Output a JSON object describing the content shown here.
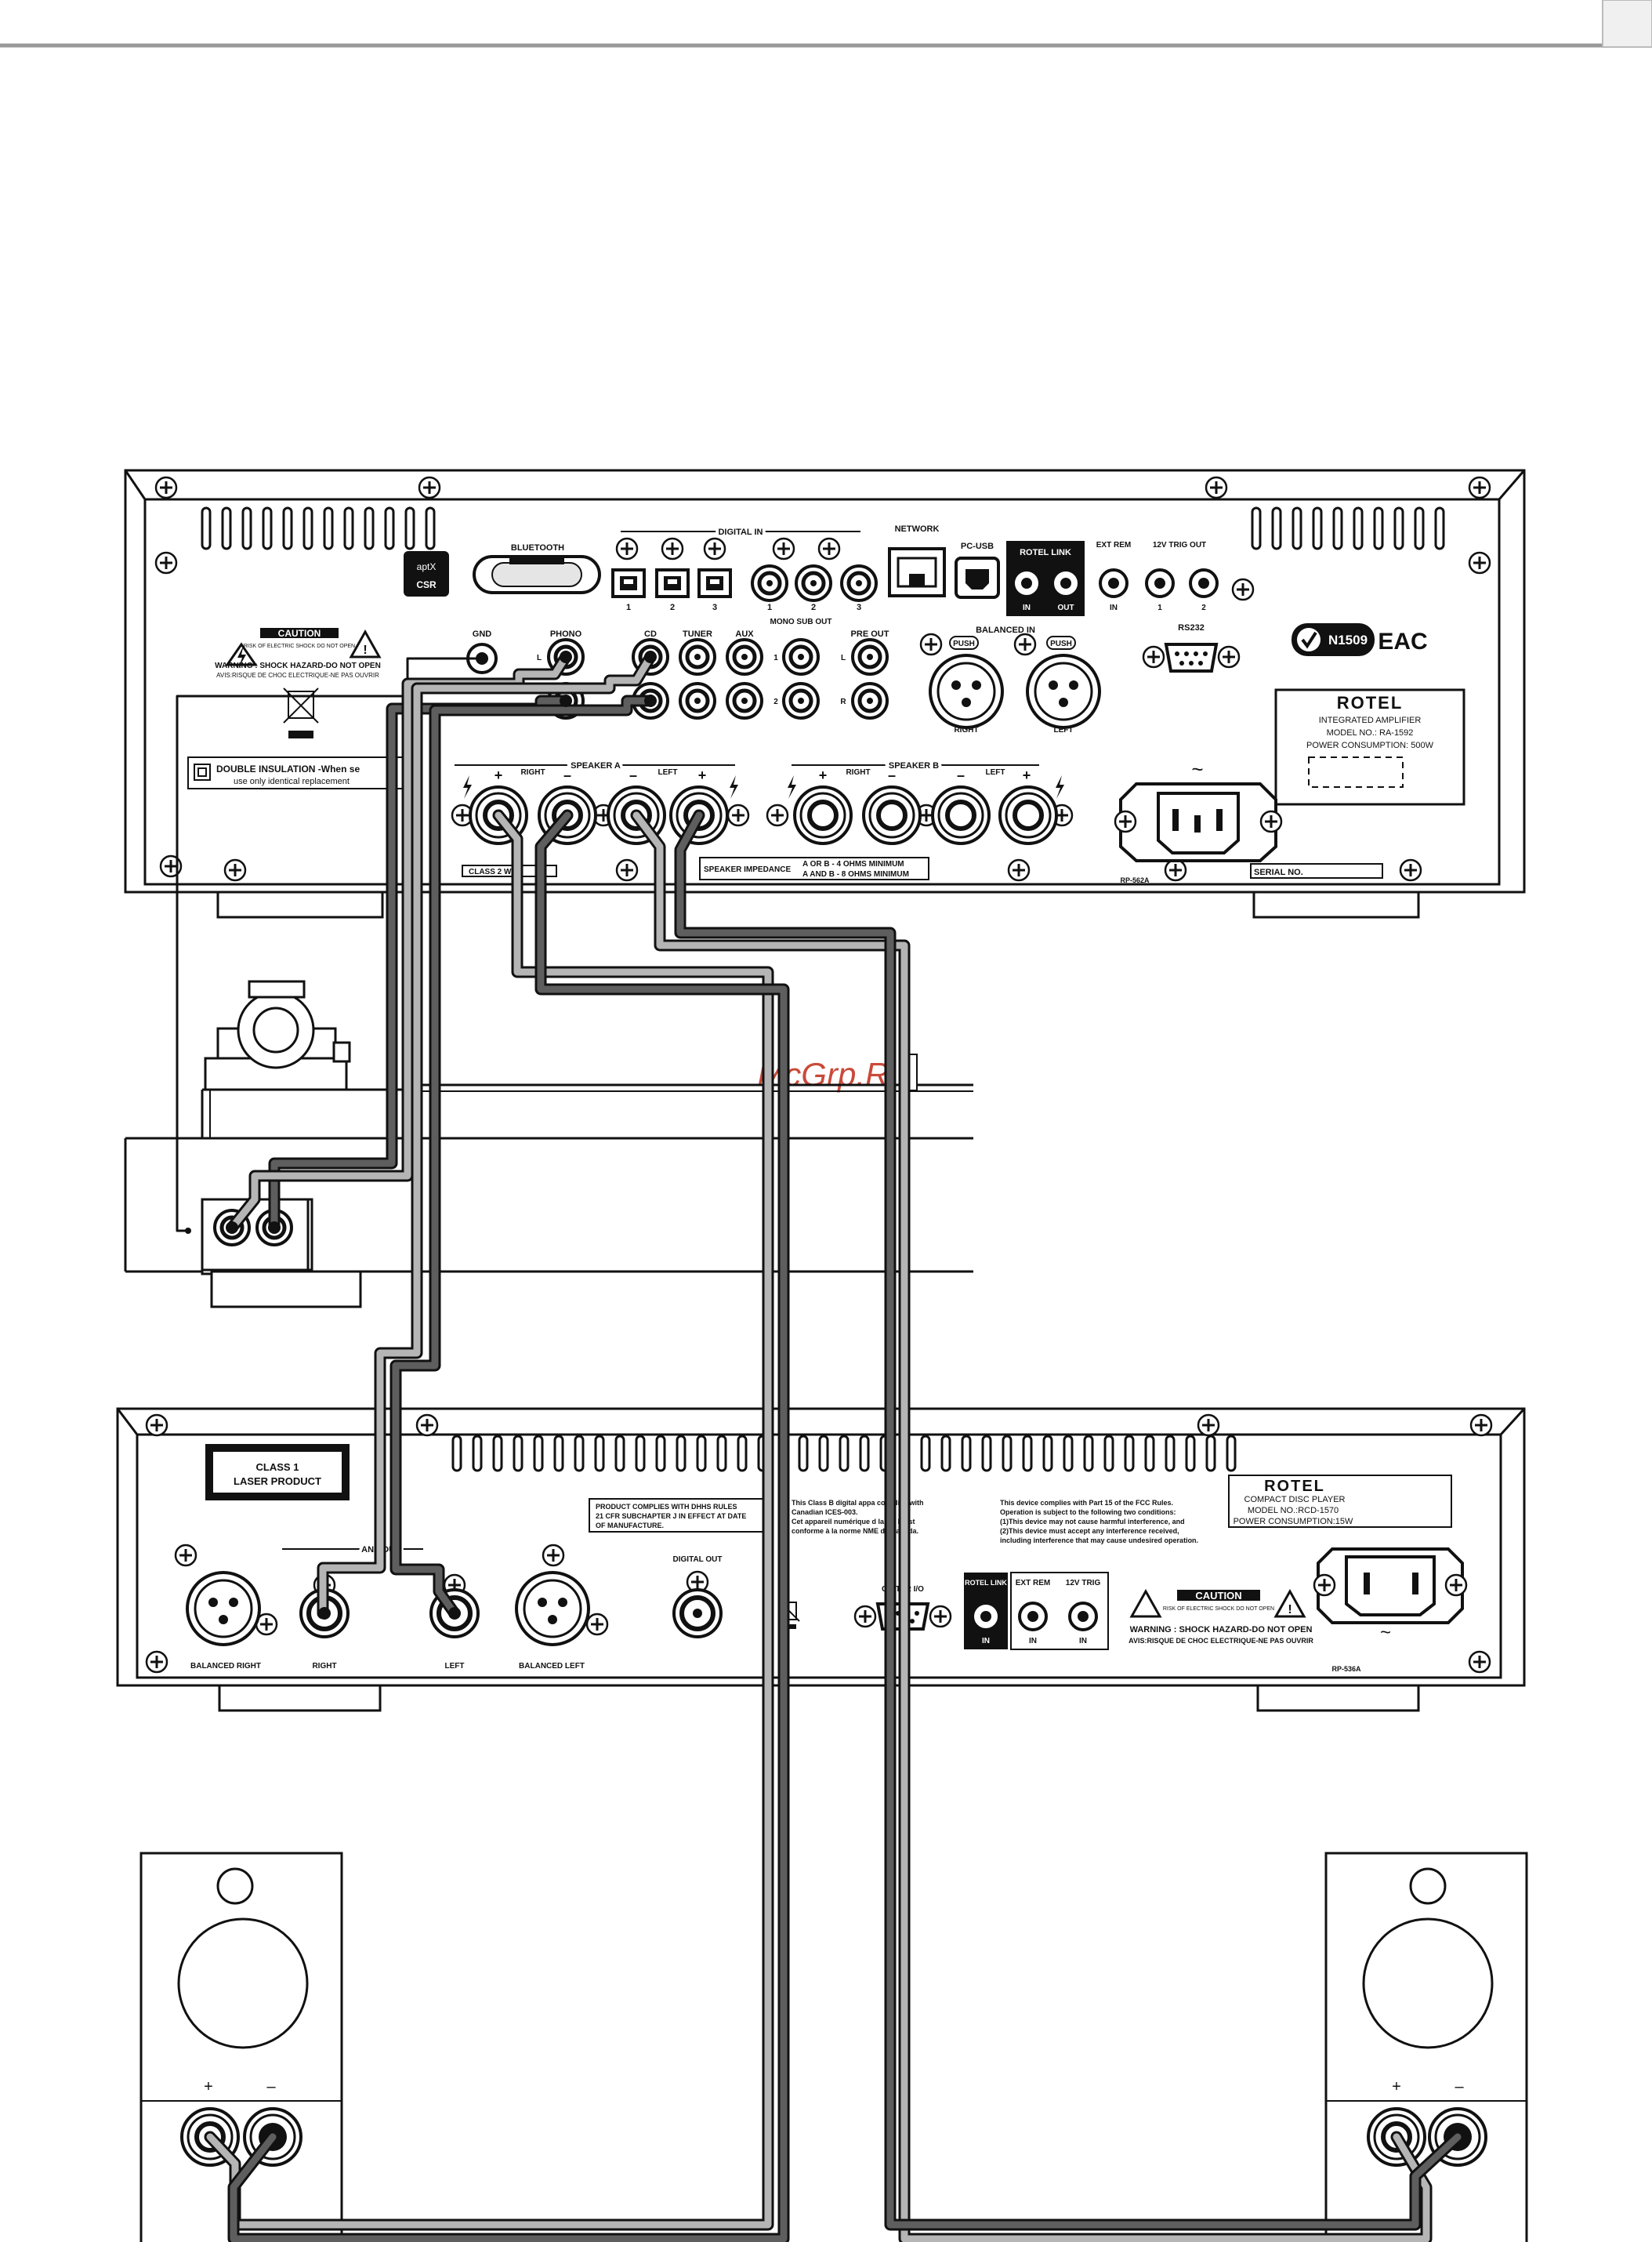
{
  "watermark": "McGrp.Ru",
  "amplifier": {
    "brand": "ROTEL",
    "label_lines": [
      "INTEGRATED AMPLIFIER",
      "MODEL NO.: RA-1592",
      "POWER CONSUMPTION: 500W"
    ],
    "bluetooth": "BLUETOOTH",
    "aptx": "aptX",
    "csr": "CSR",
    "digital_in": "DIGITAL IN",
    "optical_nums": [
      "1",
      "2",
      "3"
    ],
    "coax_nums": [
      "1",
      "2",
      "3"
    ],
    "network": "NETWORK",
    "pc_usb": "PC-USB",
    "rotel_link": "ROTEL LINK",
    "in": "IN",
    "out": "OUT",
    "ext_rem": "EXT REM",
    "trig_out": "12V TRIG OUT",
    "trig_nums": [
      "1",
      "2"
    ],
    "caution": "CAUTION",
    "caution_sub": "RISK OF ELECTRIC SHOCK DO NOT OPEN",
    "warning": "WARNING : SHOCK HAZARD-DO NOT OPEN",
    "avis": "AVIS:RISQUE DE CHOC ELECTRIQUE-NE PAS OUVRIR",
    "gnd": "GND",
    "phono": "PHONO",
    "cd": "CD",
    "tuner": "TUNER",
    "aux": "AUX",
    "mono_sub_out": "MONO SUB OUT",
    "pre_out": "PRE OUT",
    "balanced_in": "BALANCED IN",
    "push": "PUSH",
    "right": "RIGHT",
    "left": "LEFT",
    "rs232": "RS232",
    "n1509": "N1509",
    "eac": "EAC",
    "ch_l": "L",
    "ch_r": "R",
    "num_1": "1",
    "num_2": "2",
    "double_insulation": "DOUBLE INSULATION -When se",
    "double_insulation_2": "use only identical replacement",
    "speaker_a": "SPEAKER A",
    "speaker_b": "SPEAKER B",
    "sp_right": "RIGHT",
    "sp_left": "LEFT",
    "plus": "+",
    "minus": "–",
    "class2": "CLASS 2 W",
    "impedance_label": "SPEAKER IMPEDANCE",
    "impedance_1": "A  OR  B - 4 OHMS MINIMUM",
    "impedance_2": "A AND B - 8 OHMS MINIMUM",
    "rp_code": "RP-562A",
    "serial": "SERIAL NO.",
    "tilde": "~"
  },
  "cd_player": {
    "brand": "ROTEL",
    "label_lines": [
      "COMPACT DISC PLAYER",
      "MODEL NO.:RCD-1570",
      "POWER CONSUMPTION:15W"
    ],
    "class1": "CLASS 1",
    "laser": "LASER PRODUCT",
    "dhhs": [
      "PRODUCT COMPLIES WITH DHHS RULES",
      "21 CFR SUBCHAPTER J IN EFFECT AT DATE",
      "OF MANUFACTURE."
    ],
    "canada": [
      "This Class B digital appa         complies with",
      "Canadian ICES-003.",
      "Cet appareil numérique d    lasse B est",
      "conforme à la norme NME        du Canada."
    ],
    "fcc": [
      "This device complies with Part 15 of the FCC Rules.",
      "Operation is subject to the following two conditions:",
      "(1)This device may not cause harmful interference, and",
      "(2)This device must accept any interference received,",
      "including interference that may cause undesired operation."
    ],
    "analog_out": "ANA    OUT",
    "digital_out": "DIGITAL OUT",
    "balanced_right": "BALANCED RIGHT",
    "right": "RIGHT",
    "left": "LEFT",
    "balanced_left": "BALANCED LEFT",
    "computer_io": "CO    TER I/O",
    "rotel_link": "ROTEL LINK",
    "ext_rem": "EXT REM",
    "trig": "12V TRIG",
    "in": "IN",
    "caution": "CAUTION",
    "caution_sub": "RISK OF ELECTRIC SHOCK DO NOT OPEN",
    "warning": "WARNING : SHOCK HAZARD-DO NOT OPEN",
    "avis": "AVIS:RISQUE DE CHOC ELECTRIQUE-NE PAS OUVRIR",
    "rp_code": "RP-536A",
    "tilde": "~"
  },
  "speakers": {
    "plus": "+",
    "minus": "–"
  }
}
